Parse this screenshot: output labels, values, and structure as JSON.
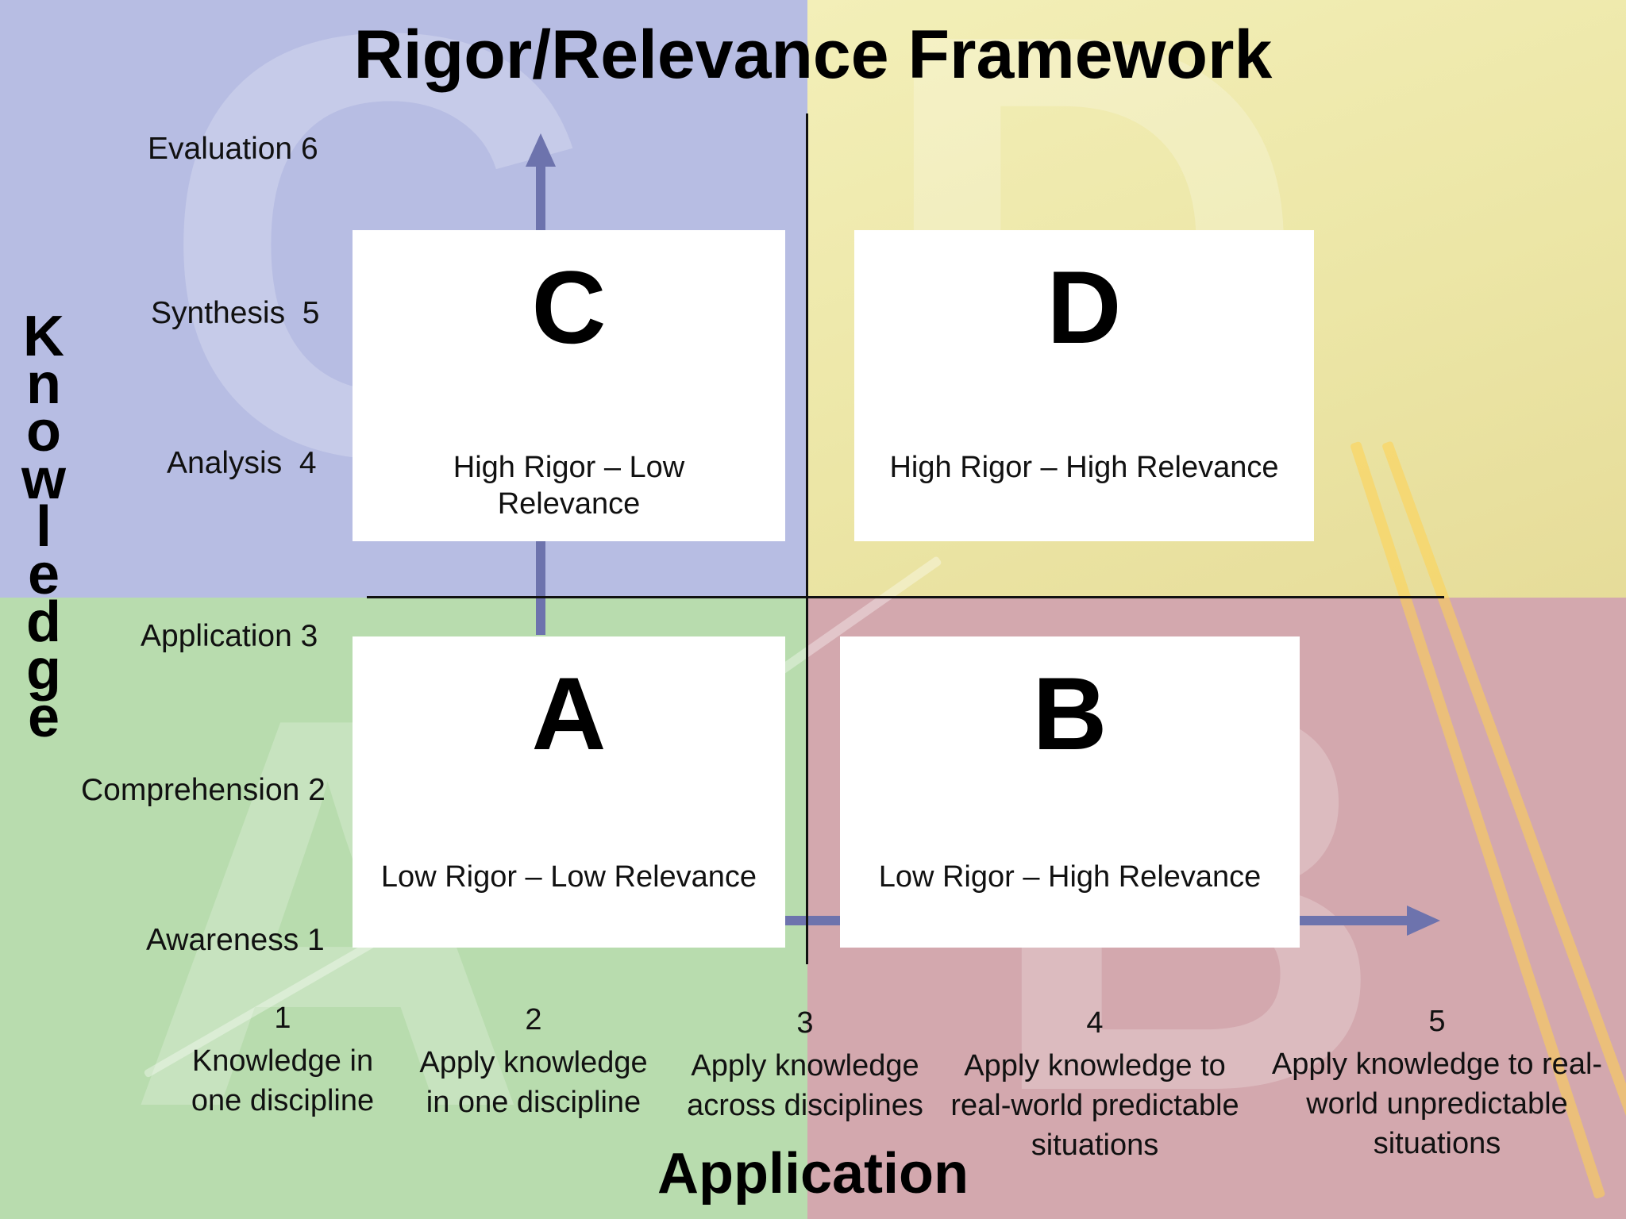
{
  "title": "Rigor/Relevance Framework",
  "y_axis_label": "Knowledge",
  "x_axis_label": "Application",
  "knowledge_levels": [
    {
      "label": "Evaluation 6"
    },
    {
      "label": "Synthesis  5"
    },
    {
      "label": "Analysis  4"
    },
    {
      "label": "Application 3"
    },
    {
      "label": "Comprehension 2"
    },
    {
      "label": "Awareness 1"
    }
  ],
  "application_levels": [
    {
      "number": "1",
      "description": "Knowledge in one discipline"
    },
    {
      "number": "2",
      "description": "Apply  knowledge in  one discipline"
    },
    {
      "number": "3",
      "description": "Apply knowledge across disciplines"
    },
    {
      "number": "4",
      "description": "Apply knowledge to real-world predictable situations"
    },
    {
      "number": "5",
      "description": "Apply knowledge to real-world unpredictable situations"
    }
  ],
  "quadrants": {
    "C": {
      "letter": "C",
      "label": "High Rigor – Low Relevance"
    },
    "D": {
      "letter": "D",
      "label": "High Rigor – High Relevance"
    },
    "A": {
      "letter": "A",
      "label": "Low Rigor – Low Relevance"
    },
    "B": {
      "letter": "B",
      "label": "Low Rigor – High Relevance"
    }
  },
  "colors": {
    "quadrant_C_bg": "#b7bde3",
    "quadrant_D_bg": "#ece6a6",
    "quadrant_A_bg": "#b8dcae",
    "quadrant_B_bg": "#d3a8ae",
    "axis_arrow": "#6d73ad"
  }
}
